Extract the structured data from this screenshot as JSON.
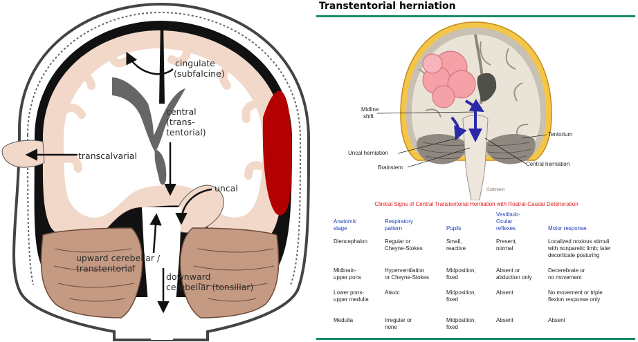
{
  "left_diagram": {
    "labels": {
      "cingulate": [
        "cingulate",
        "(subfalcine)"
      ],
      "central": [
        "central",
        "(trans-",
        "tentorial)"
      ],
      "transcalvarial": "transcalvarial",
      "uncal": "uncal",
      "upward": [
        "upward cerebellar /",
        "transtentorial"
      ],
      "downward": [
        "downward",
        "cerebellar (tonsillar)"
      ]
    }
  },
  "right_panel": {
    "title": "Transtentorial herniation",
    "illustration_labels": {
      "midline_shift": [
        "Midline",
        "shift"
      ],
      "tentorium": "Tentorium",
      "uncal_herniation": "Uncal herniation",
      "brainstem": "Brainstem",
      "central_herniation": "Central herniation",
      "signature": "Guttmann"
    },
    "table": {
      "caption": "Clinical Signs of Central Transtentorial Herniation with Rostral-Caudal Deterioration",
      "headers": [
        [
          "Anatomic",
          "stage"
        ],
        [
          "Respiratory",
          "pattern"
        ],
        [
          "Pupils"
        ],
        [
          "Vestibulo-",
          "Ocular",
          "reflexes"
        ],
        [
          "Motor response"
        ]
      ],
      "rows": [
        [
          [
            "Diencephalon"
          ],
          [
            "Regular or",
            "Cheyne-Stokes"
          ],
          [
            "Small,",
            "reactive"
          ],
          [
            "Present,",
            "normal"
          ],
          [
            "Localized noxious stimuli",
            "with nonparetic limb; later",
            "decorticate posturing"
          ]
        ],
        [
          [
            "Midbrain-",
            "upper pons"
          ],
          [
            "Hyperventilation",
            "or Cheyne-Stokes"
          ],
          [
            "Midposition,",
            "fixed"
          ],
          [
            "Absent or",
            "abduction only"
          ],
          [
            "Decerebrate or",
            "no movement"
          ]
        ],
        [
          [
            "Lower pons-",
            "upper medulla"
          ],
          [
            "Ataxic"
          ],
          [
            "Midposition,",
            "fixed"
          ],
          [
            "Absent"
          ],
          [
            "No movement or triple",
            "flexion response only"
          ]
        ],
        [
          [
            "Medulla"
          ],
          [
            "Irregular or",
            "none"
          ],
          [
            "Midposition,",
            "fixed"
          ],
          [
            "Absent"
          ],
          [
            "Absent"
          ]
        ]
      ]
    }
  },
  "colors": {
    "accent_rule": "#17896b",
    "table_header": "#1f40b8",
    "caption": "#e0191b",
    "hematoma": "#b30000",
    "tumor": "#f4a1a8"
  }
}
